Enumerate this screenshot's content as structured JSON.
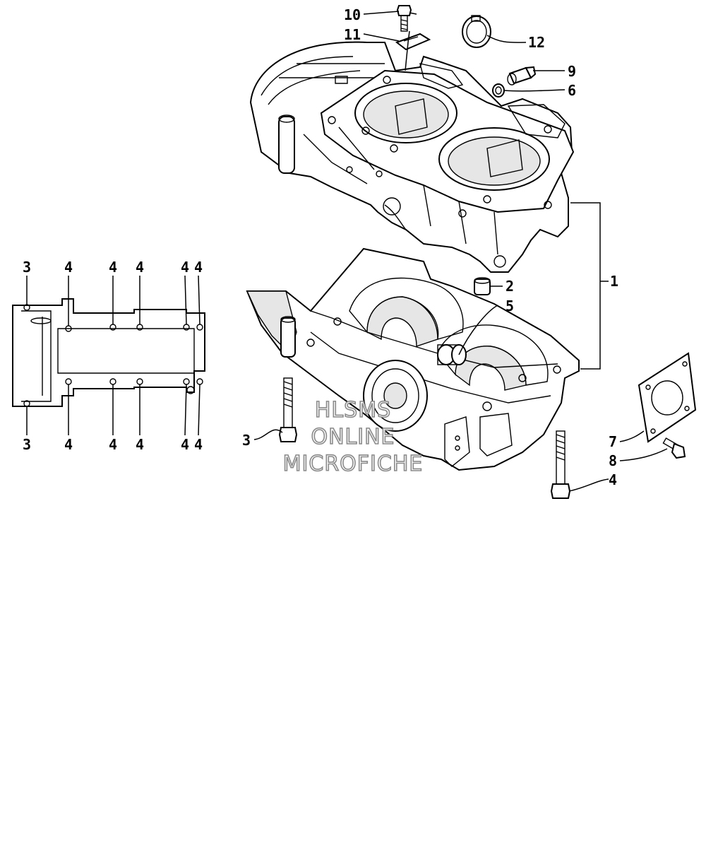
{
  "watermark": {
    "line1": "HLSMS",
    "line2": "ONLINE",
    "line3": "MICROFICHE"
  },
  "callouts": {
    "c1": "1",
    "c2": "2",
    "c3_bolt": "3",
    "c4_bolt": "4",
    "c5": "5",
    "c6": "6",
    "c7": "7",
    "c8": "8",
    "c9": "9",
    "c10": "10",
    "c11": "11",
    "c12": "12"
  },
  "pattern_callouts": {
    "top": [
      "3",
      "4",
      "4",
      "4",
      "4",
      "4"
    ],
    "bottom": [
      "3",
      "4",
      "4",
      "4",
      "4",
      "4"
    ]
  },
  "colors": {
    "line": "#000000",
    "watermark_outline": "#8a8a8a",
    "shade": "#e6e6e6"
  }
}
